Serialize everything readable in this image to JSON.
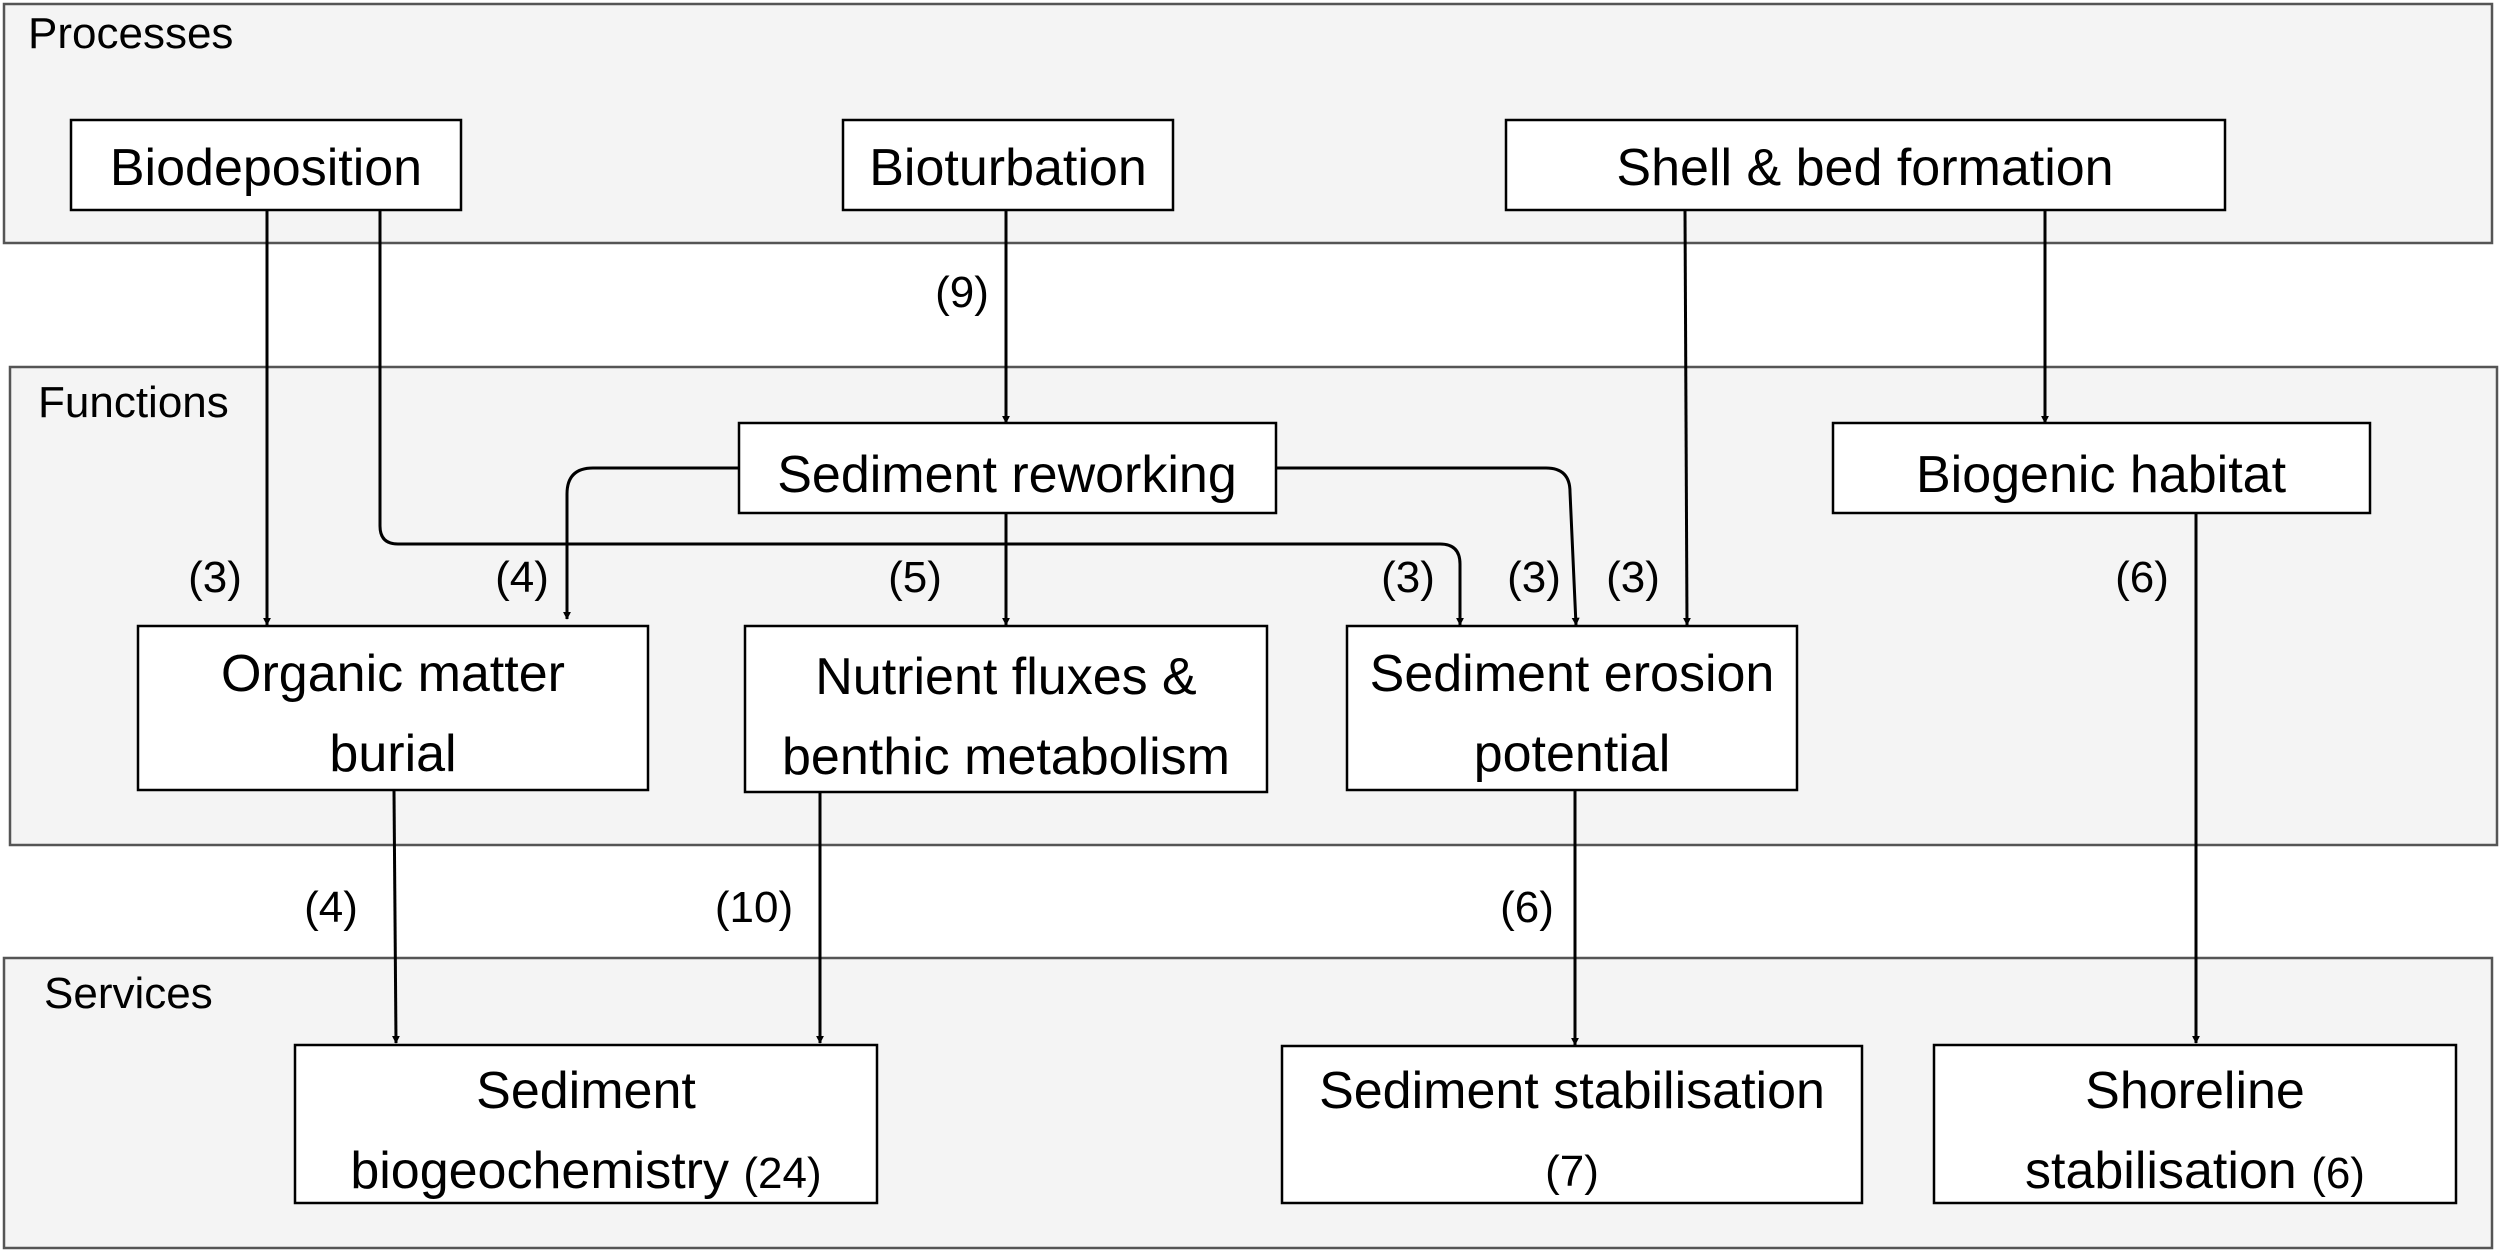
{
  "sections": {
    "processes": "Processes",
    "functions": "Functions",
    "services": "Services"
  },
  "nodes": {
    "biodeposition": "Biodeposition",
    "bioturbation": "Bioturbation",
    "shell_bed_formation": "Shell & bed formation",
    "sediment_reworking": "Sediment reworking",
    "biogenic_habitat": "Biogenic habitat",
    "organic_matter_burial": {
      "line1": "Organic matter",
      "line2": "burial"
    },
    "nutrient_fluxes": {
      "line1": "Nutrient fluxes &",
      "line2": "benthic metabolism"
    },
    "sediment_erosion_potential": {
      "line1": "Sediment erosion",
      "line2": "potential"
    },
    "sediment_biogeochemistry": {
      "line1": "Sediment",
      "line2": "biogeochemistry",
      "count": "(24)"
    },
    "sediment_stabilisation": {
      "line1": "Sediment stabilisation",
      "line2": "(7)"
    },
    "shoreline_stabilisation": {
      "line1": "Shoreline",
      "line2": "stabilisation",
      "count": "(6)"
    }
  },
  "edges": {
    "bioturbation_to_reworking": "(9)",
    "biodeposition_to_burial": "(3)",
    "reworking_to_burial": "(4)",
    "reworking_to_nutrient": "(5)",
    "biodeposition_to_erosion": "(3)",
    "reworking_to_erosion": "(3)",
    "shell_to_erosion": "(3)",
    "habitat_to_shoreline": "(6)",
    "burial_to_biogeochemistry": "(4)",
    "nutrient_to_biogeochemistry": "(10)",
    "erosion_to_stabilisation": "(6)"
  },
  "colors": {
    "section_fill": "#f4f4f4",
    "section_border": "#555555",
    "node_border": "#000000",
    "arrow": "#000000"
  }
}
